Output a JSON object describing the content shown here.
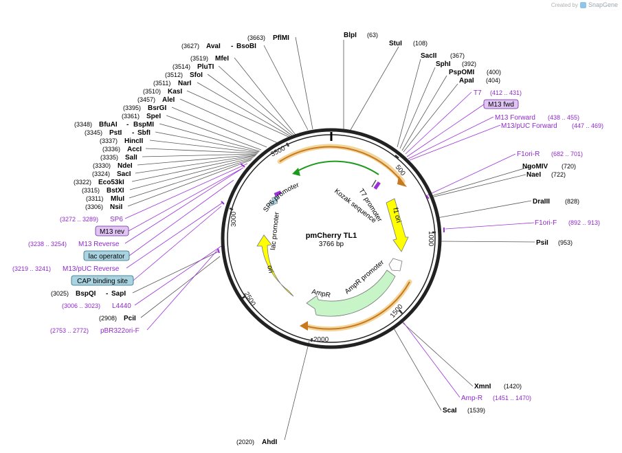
{
  "credit": {
    "prefix": "Created by",
    "brand": "SnapGene"
  },
  "plasmid": {
    "name": "pmCherry TL1",
    "size": "3766 bp",
    "length": 3766
  },
  "colors": {
    "feature_text": "#8e2ac9",
    "yellow_feature": "#ffff00",
    "green_feature": "#c8f5c8",
    "orange_arc": "#c8781e",
    "dark_green_arc": "#1e9a1e",
    "box_purple": "#e0c4f4",
    "box_teal": "#a9d3e0"
  },
  "ticks": [
    "500",
    "1000",
    "1500",
    "2000",
    "2500",
    "3000",
    "3500"
  ],
  "inner_labels": {
    "sp6": "SP6 promoter",
    "lac": "lac promoter",
    "kozak": "Kozak sequence",
    "t7": "T7 promoter",
    "f1ori": "f1 ori",
    "ampr_promoter": "AmpR promoter",
    "ampr": "AmpR",
    "ori": "ori"
  },
  "right_labels": [
    {
      "name": "BlpI",
      "pos": "(63)"
    },
    {
      "name": "StuI",
      "pos": "(108)"
    },
    {
      "name": "SacII",
      "pos": "(367)"
    },
    {
      "name": "SphI",
      "pos": "(392)"
    },
    {
      "name": "PspOMI",
      "pos": "(400)"
    },
    {
      "name": "ApaI",
      "pos": "(404)"
    },
    {
      "name": "T7",
      "pos": "(412 .. 431)"
    },
    {
      "name": "M13 fwd",
      "pos": ""
    },
    {
      "name": "M13 Forward",
      "pos": "(438 .. 455)"
    },
    {
      "name": "M13/pUC Forward",
      "pos": "(447 .. 469)"
    },
    {
      "name": "F1ori-R",
      "pos": "(682 .. 701)"
    },
    {
      "name": "NgoMIV",
      "pos": "(720)"
    },
    {
      "name": "NaeI",
      "pos": "(722)"
    },
    {
      "name": "DraIII",
      "pos": "(828)"
    },
    {
      "name": "F1ori-F",
      "pos": "(892 .. 913)"
    },
    {
      "name": "PsiI",
      "pos": "(953)"
    },
    {
      "name": "XmnI",
      "pos": "(1420)"
    },
    {
      "name": "Amp-R",
      "pos": "(1451 .. 1470)"
    },
    {
      "name": "ScaI",
      "pos": "(1539)"
    }
  ],
  "left_labels": [
    {
      "name": "PflMI",
      "pos": "(3663)"
    },
    {
      "name": "AvaI",
      "pos": "(3627)",
      "name2": "BsoBI"
    },
    {
      "name": "MfeI",
      "pos": "(3519)"
    },
    {
      "name": "PluTI",
      "pos": "(3514)"
    },
    {
      "name": "SfoI",
      "pos": "(3512)"
    },
    {
      "name": "NarI",
      "pos": "(3511)"
    },
    {
      "name": "KasI",
      "pos": "(3510)"
    },
    {
      "name": "AleI",
      "pos": "(3457)"
    },
    {
      "name": "BsrGI",
      "pos": "(3395)"
    },
    {
      "name": "SpeI",
      "pos": "(3361)"
    },
    {
      "name": "BfuAI",
      "pos": "(3348)",
      "name2": "BspMI"
    },
    {
      "name": "PstI",
      "pos": "(3345)",
      "name2": "SbfI"
    },
    {
      "name": "HincII",
      "pos": "(3337)"
    },
    {
      "name": "AccI",
      "pos": "(3336)"
    },
    {
      "name": "SalI",
      "pos": "(3335)"
    },
    {
      "name": "NdeI",
      "pos": "(3330)"
    },
    {
      "name": "SacI",
      "pos": "(3324)"
    },
    {
      "name": "Eco53kI",
      "pos": "(3322)"
    },
    {
      "name": "BstXI",
      "pos": "(3315)"
    },
    {
      "name": "MluI",
      "pos": "(3311)"
    },
    {
      "name": "NsiI",
      "pos": "(3306)"
    },
    {
      "name": "SP6",
      "pos": "(3272 .. 3289)"
    },
    {
      "name": "M13 rev",
      "pos": ""
    },
    {
      "name": "M13 Reverse",
      "pos": "(3238 .. 3254)"
    },
    {
      "name": "lac operator",
      "pos": ""
    },
    {
      "name": "M13/pUC Reverse",
      "pos": "(3219 .. 3241)"
    },
    {
      "name": "CAP binding site",
      "pos": ""
    },
    {
      "name": "BspQI",
      "pos": "(3025)",
      "name2": "SapI"
    },
    {
      "name": "L4440",
      "pos": "(3006 .. 3023)"
    },
    {
      "name": "PciI",
      "pos": "(2908)"
    },
    {
      "name": "pBR322ori-F",
      "pos": "(2753 .. 2772)"
    },
    {
      "name": "AhdI",
      "pos": "(2020)"
    }
  ]
}
